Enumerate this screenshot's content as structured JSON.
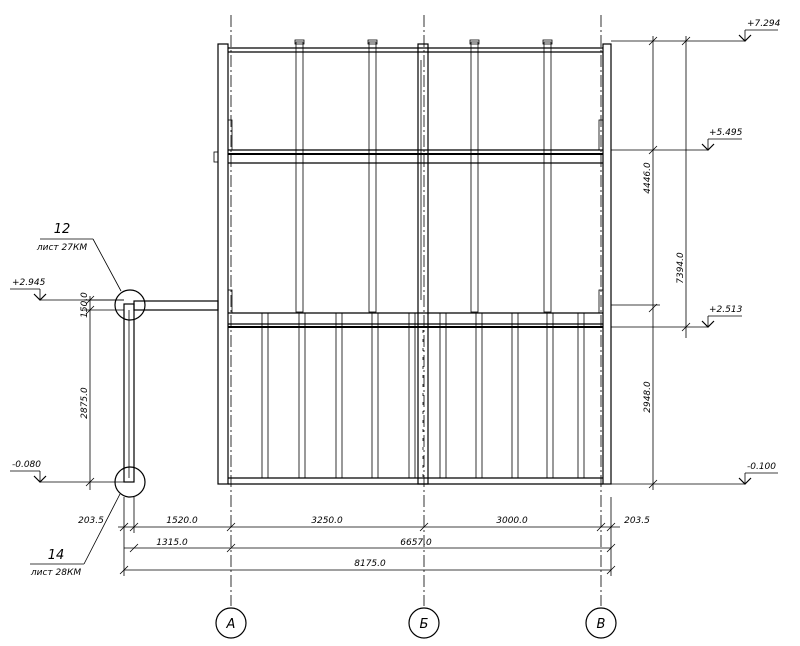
{
  "elevations": {
    "top": "+7.294",
    "upper": "+5.495",
    "middle": "+2.513",
    "bottom": "-0.100",
    "side_top": "+2.945",
    "side_bottom": "-0.080"
  },
  "dimensions": {
    "left_offset": "203.5",
    "right_offset": "203.5",
    "span_1520": "1520.0",
    "span_3250": "3250.0",
    "span_3000": "3000.0",
    "span_1315": "1315.0",
    "span_6657": "6657.0",
    "span_8175": "8175.0",
    "v_4446": "4446.0",
    "v_2948": "2948.0",
    "v_7394": "7394.0",
    "v_150": "150.0",
    "v_2875": "2875.0"
  },
  "callouts": {
    "node_12_number": "12",
    "node_12_sheet": "лист 27КМ",
    "node_14_number": "14",
    "node_14_sheet": "лист 28КМ"
  },
  "axes": {
    "a": "А",
    "b": "Б",
    "v": "В"
  }
}
